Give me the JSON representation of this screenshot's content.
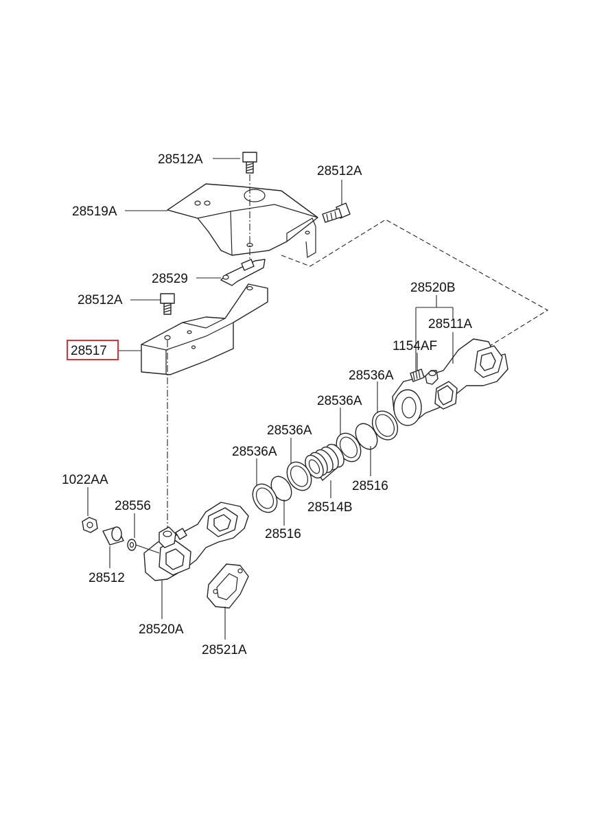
{
  "labels": {
    "p28512a_top": "28512A",
    "p28512a_right": "28512A",
    "p28519a": "28519A",
    "p28529": "28529",
    "p28512a_mid": "28512A",
    "p28517": "28517",
    "p28520b": "28520B",
    "p28511a": "28511A",
    "p1154af": "1154AF",
    "p28536a_1": "28536A",
    "p28536a_2": "28536A",
    "p28536a_3": "28536A",
    "p28536a_4": "28536A",
    "p28516_right": "28516",
    "p28514b": "28514B",
    "p28516_left": "28516",
    "p1022aa": "1022AA",
    "p28556": "28556",
    "p28512": "28512",
    "p28520a": "28520A",
    "p28521a": "28521A"
  },
  "highlight": {
    "part": "28517",
    "color": "#e03030"
  }
}
